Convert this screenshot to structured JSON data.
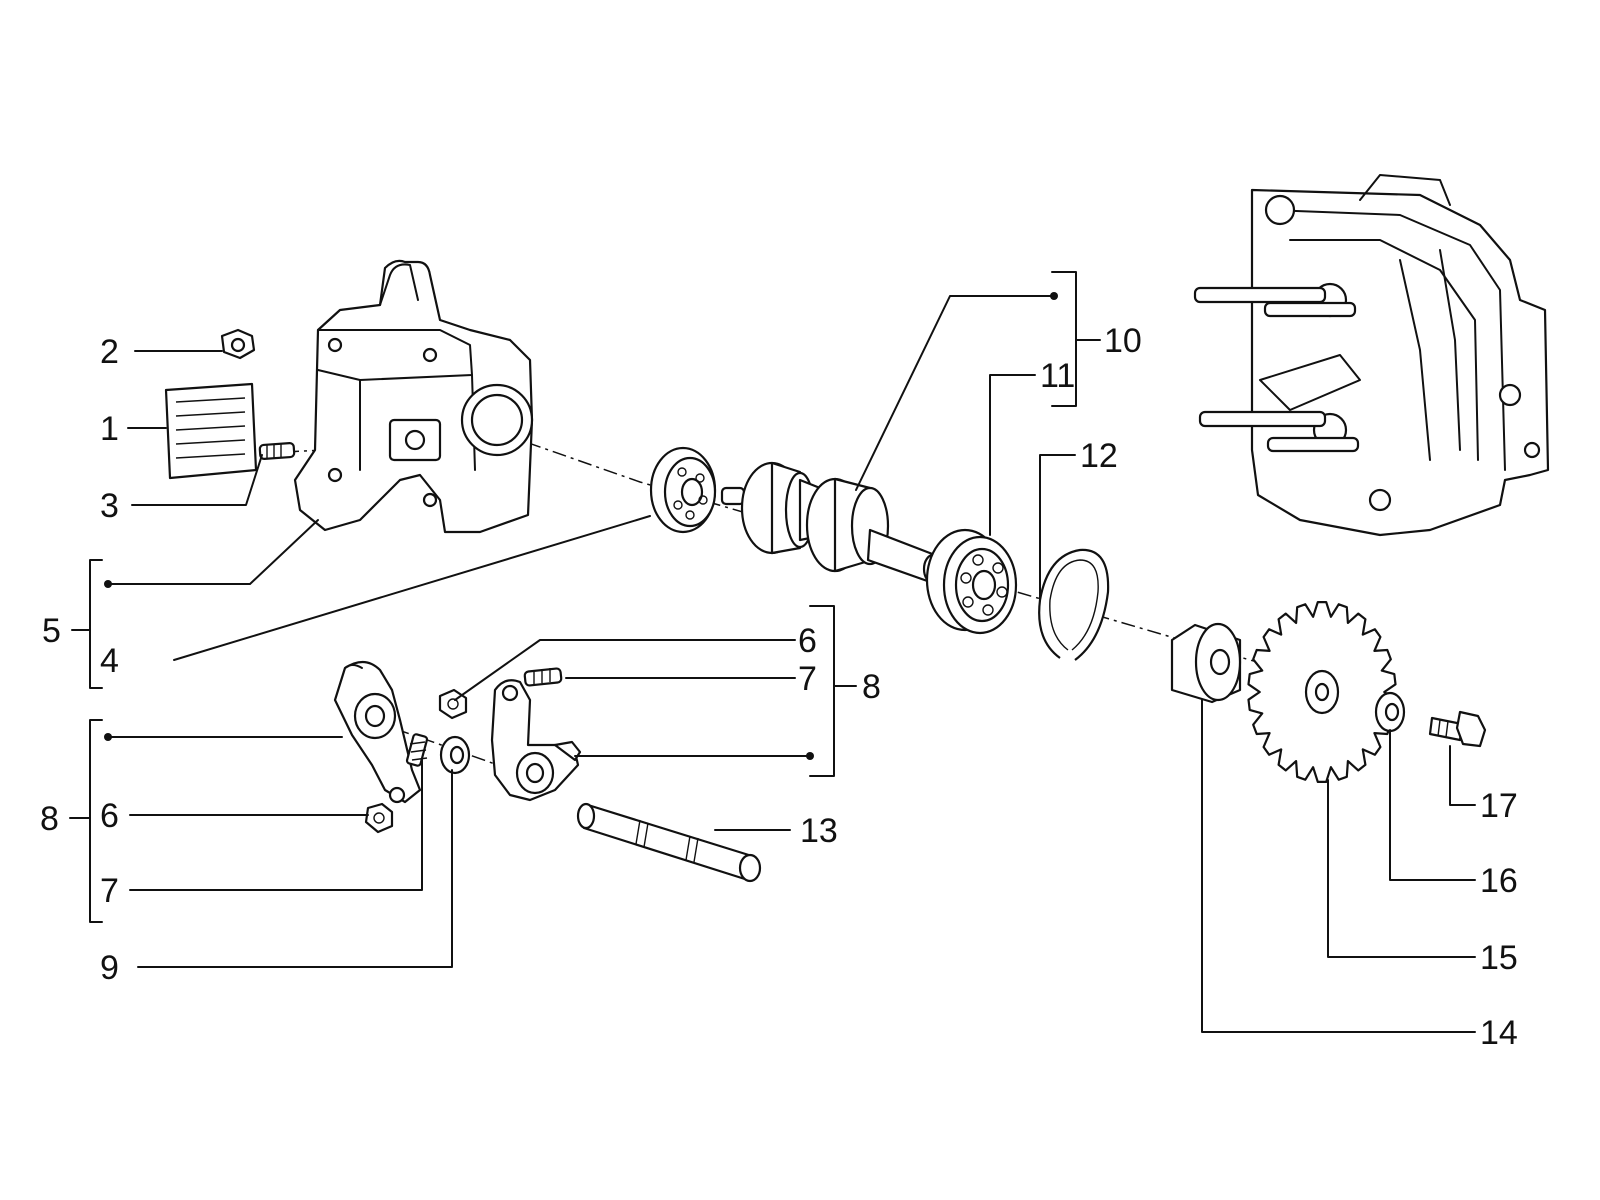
{
  "callouts": {
    "n1": "1",
    "n2": "2",
    "n3": "3",
    "n4": "4",
    "n5": "5",
    "n6a": "6",
    "n6b": "6",
    "n7a": "7",
    "n7b": "7",
    "n8a": "8",
    "n8b": "8",
    "n9": "9",
    "n10": "10",
    "n11": "11",
    "n12": "12",
    "n13": "13",
    "n14": "14",
    "n15": "15",
    "n16": "16",
    "n17": "17"
  },
  "icons": {
    "cylinder_head": "cylinder-head-icon",
    "camshaft_holder": "camshaft-holder-icon",
    "camshaft": "camshaft-icon",
    "ball_bearing": "ball-bearing-icon",
    "circlip": "circlip-icon",
    "rocker_arm": "rocker-arm-icon",
    "rocker_shaft": "rocker-shaft-icon",
    "sprocket": "sprocket-icon"
  }
}
